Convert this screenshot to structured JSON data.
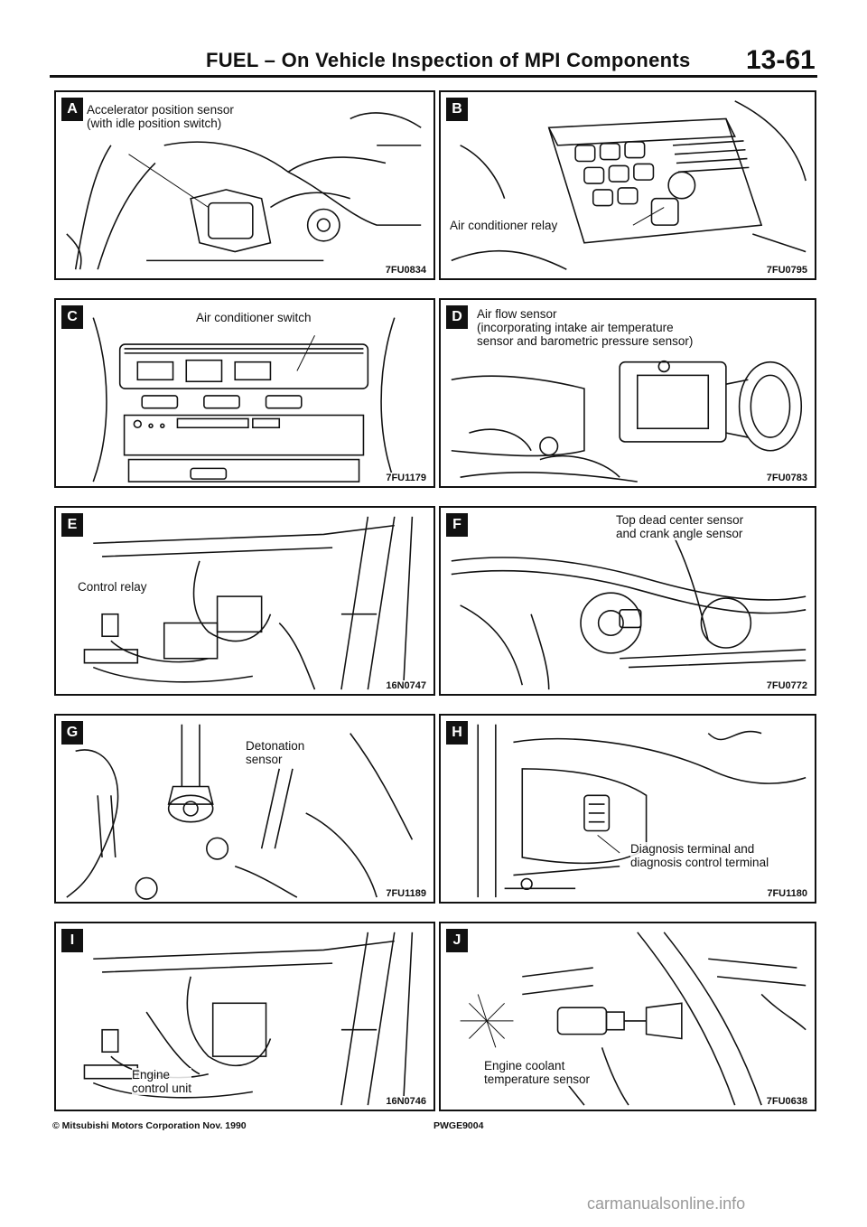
{
  "header": {
    "title": "FUEL – On Vehicle Inspection of MPI Components",
    "page_number": "13-61"
  },
  "panels": [
    {
      "letter": "A",
      "caption_lines": [
        "Accelerator position sensor",
        "(with idle position switch)"
      ],
      "code": "7FU0834"
    },
    {
      "letter": "B",
      "caption_lines": [
        "Air conditioner relay"
      ],
      "code": "7FU0795"
    },
    {
      "letter": "C",
      "caption_lines": [
        "Air conditioner switch"
      ],
      "code": "7FU1179"
    },
    {
      "letter": "D",
      "caption_lines": [
        "Air flow sensor",
        "(incorporating intake air temperature",
        "sensor and barometric pressure sensor)"
      ],
      "code": "7FU0783"
    },
    {
      "letter": "E",
      "caption_lines": [
        "Control relay"
      ],
      "code": "16N0747"
    },
    {
      "letter": "F",
      "caption_lines": [
        "Top dead center sensor",
        "and crank angle sensor"
      ],
      "code": "7FU0772"
    },
    {
      "letter": "G",
      "caption_lines": [
        "Detonation",
        "sensor"
      ],
      "code": "7FU1189"
    },
    {
      "letter": "H",
      "caption_lines": [
        "Diagnosis terminal and",
        "diagnosis control terminal"
      ],
      "code": "7FU1180"
    },
    {
      "letter": "I",
      "caption_lines": [
        "Engine",
        "control unit"
      ],
      "code": "16N0746"
    },
    {
      "letter": "J",
      "caption_lines": [
        "Engine coolant",
        "temperature sensor"
      ],
      "code": "7FU0638"
    }
  ],
  "footer": {
    "copyright": "© Mitsubishi Motors Corporation   Nov. 1990",
    "doc_code": "PWGE9004"
  },
  "watermark": "carmanualsonline.info"
}
